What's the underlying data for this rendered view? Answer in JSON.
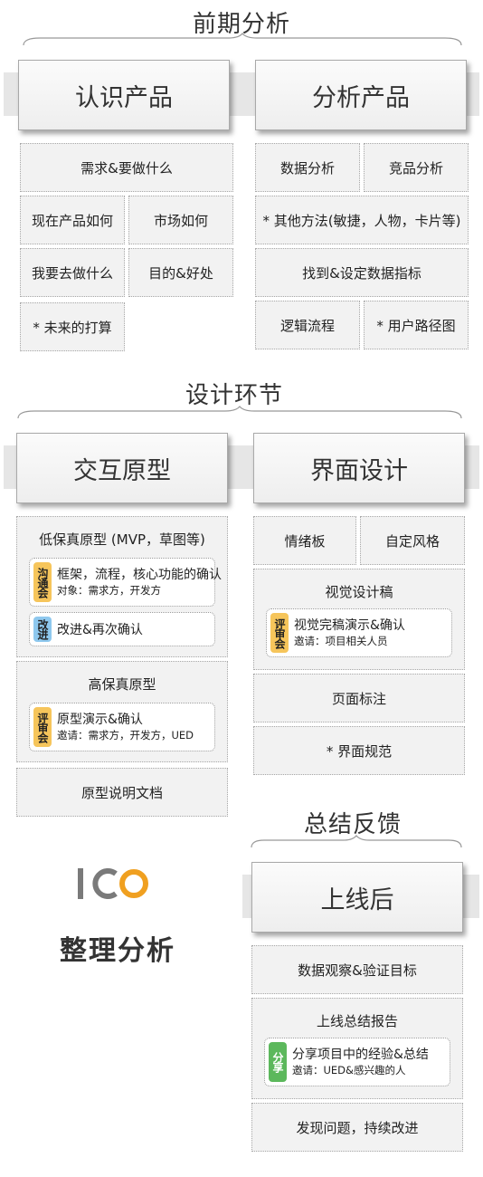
{
  "sections": {
    "pre": "前期分析",
    "design": "设计环节",
    "summary": "总结反馈"
  },
  "headers": {
    "know_product": "认识产品",
    "analyze_product": "分析产品",
    "interaction": "交互原型",
    "ui_design": "界面设计",
    "after_launch": "上线后"
  },
  "know": {
    "needs": "需求&要做什么",
    "current": "现在产品如何",
    "market": "市场如何",
    "what_to_do": "我要去做什么",
    "goal": "目的&好处",
    "future": "* 未来的打算"
  },
  "analyze": {
    "data": "数据分析",
    "competitor": "竞品分析",
    "other_methods": "* 其他方法(敏捷，人物，卡片等)",
    "metrics": "找到&设定数据指标",
    "flow": "逻辑流程",
    "user_path": "* 用户路径图"
  },
  "interaction": {
    "low_fi": "低保真原型 (MVP，草图等)",
    "sync_tag": "沟通会",
    "sync_title": "框架，流程，核心功能的确认",
    "sync_audience": "对象：需求方，开发方",
    "improve_tag": "改进",
    "improve_text": "改进&再次确认",
    "high_fi": "高保真原型",
    "review_tag": "评审会",
    "review_title": "原型演示&确认",
    "review_invite": "邀请：需求方，开发方，UED",
    "doc": "原型说明文档"
  },
  "ui": {
    "moodboard": "情绪板",
    "custom_style": "自定风格",
    "visual_draft": "视觉设计稿",
    "review_tag": "评审会",
    "review_title": "视觉完稿演示&确认",
    "review_invite": "邀请：项目相关人员",
    "annotation": "页面标注",
    "spec": "* 界面规范"
  },
  "launch": {
    "observe": "数据观察&验证目标",
    "report": "上线总结报告",
    "share_tag": "分享",
    "share_title": "分享项目中的经验&总结",
    "share_invite": "邀请：UED&感兴趣的人",
    "improve": "发现问题，持续改进"
  },
  "brand": {
    "logo_icon": "ico-logo",
    "name": "整理分析"
  },
  "colors": {
    "tag_orange": "#f6c55b",
    "tag_blue": "#8ec8ee",
    "tag_green": "#5cb85c",
    "logo_gray": "#7a7a7a",
    "logo_orange": "#f0a020"
  }
}
